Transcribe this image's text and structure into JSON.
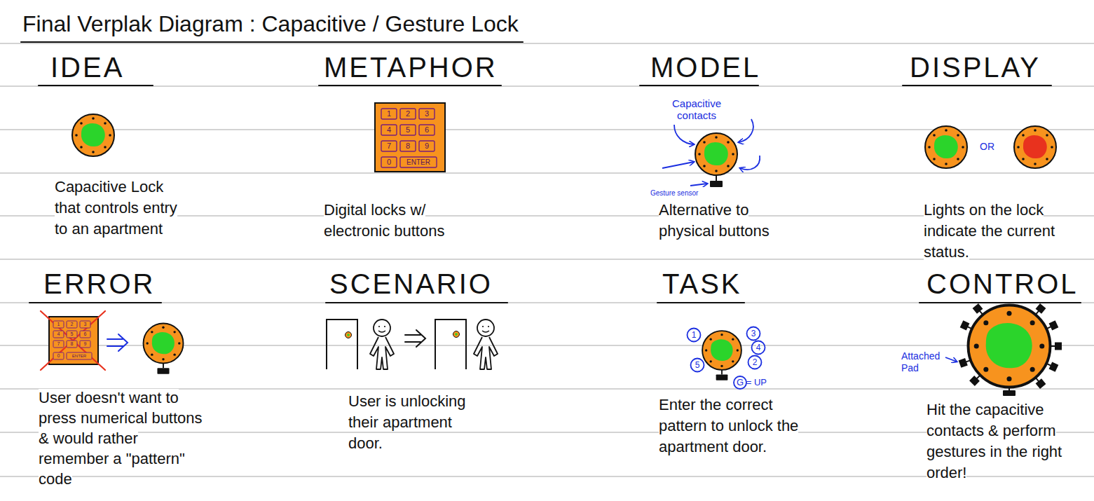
{
  "diagram": {
    "title": "Final Verplak Diagram : Capacitive / Gesture Lock",
    "labels": [
      "IDEA",
      "METAPHOR",
      "MODEL",
      "DISPLAY",
      "1",
      "2",
      "3",
      "4",
      "5",
      "6",
      "7",
      "8",
      "9",
      "0",
      "ENTER",
      "Capacitive contacts",
      "Gesture sensor",
      "OR",
      "Capacitive Lock that controls entry to an apartment",
      "Digital locks w/ electronic buttons",
      "Alternative to physical buttons",
      "Lights on the lock indicate the current status.",
      "ERROR",
      "SCENARIO",
      "TASK",
      "CONTROL",
      "1",
      "2",
      "3",
      "4",
      "5",
      "6",
      "7",
      "8",
      "9",
      "0",
      "ENTER",
      "1",
      "3",
      "4",
      "5",
      "2",
      "G = UP",
      "Attached Pad",
      "User doesn't want to press numerical buttons & would rather remember a \"pattern\" code",
      "User is unlocking their apartment door.",
      "Enter the correct pattern to unlock the apartment door.",
      "Hit the capacitive contacts & perform gestures in the right order!"
    ]
  }
}
